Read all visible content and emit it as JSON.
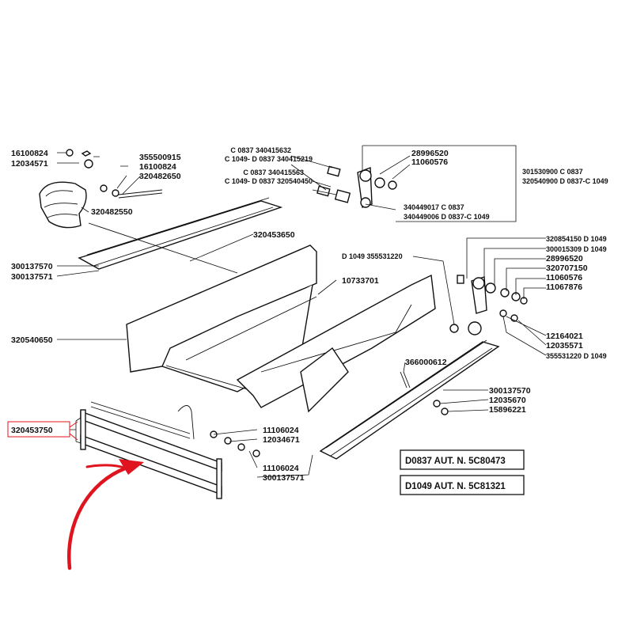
{
  "labels": {
    "p16100824a": "16100824",
    "p12034571a": "12034571",
    "p355500915": "355500915",
    "p16100824b": "16100824",
    "p320482650": "320482650",
    "p320482550": "320482550",
    "p300137570a": "300137570",
    "p300137571a": "300137571",
    "p320453650": "320453650",
    "p320540650": "320540650",
    "p320453750": "320453750",
    "p11106024a": "11106024",
    "p12034671": "12034671",
    "p11106024b": "11106024",
    "p300137571b": "300137571",
    "p340415632": "C 0837  340415632",
    "p340415219": "C 1049-  D 0837  340415219",
    "p340415563": "C 0837  340415563",
    "p320540450": "C 1049-  D 0837  320540450",
    "p28996520a": "28996520",
    "p11060576a": "11060576",
    "p301530900": "301530900  C 0837",
    "p320540900": "320540900  D 0837-C 1049",
    "p340449017": "340449017  C 0837",
    "p340449006": "340449006  D 0837-C 1049",
    "p10733701": "10733701",
    "p355531220a": "D 1049  355531220",
    "p320854150": "320854150  D 1049",
    "p300015309": "300015309  D 1049",
    "p28996520b": "28996520",
    "p320707150": "320707150",
    "p11060576b": "11060576",
    "p11067876": "11067876",
    "p12164021": "12164021",
    "p12035571": "12035571",
    "p355531220b": "355531220  D 1049",
    "p366000612": "366000612",
    "p300137570b": "300137570",
    "p12035670": "12035670",
    "p15896221": "15896221"
  },
  "boxes": {
    "d0837": "D0837   AUT. N. 5C80473",
    "d1049": "D1049   AUT. N. 5C81321"
  },
  "colors": {
    "ink": "#111111",
    "arrow": "#e0141e",
    "highlight_box": "#e0141e"
  }
}
